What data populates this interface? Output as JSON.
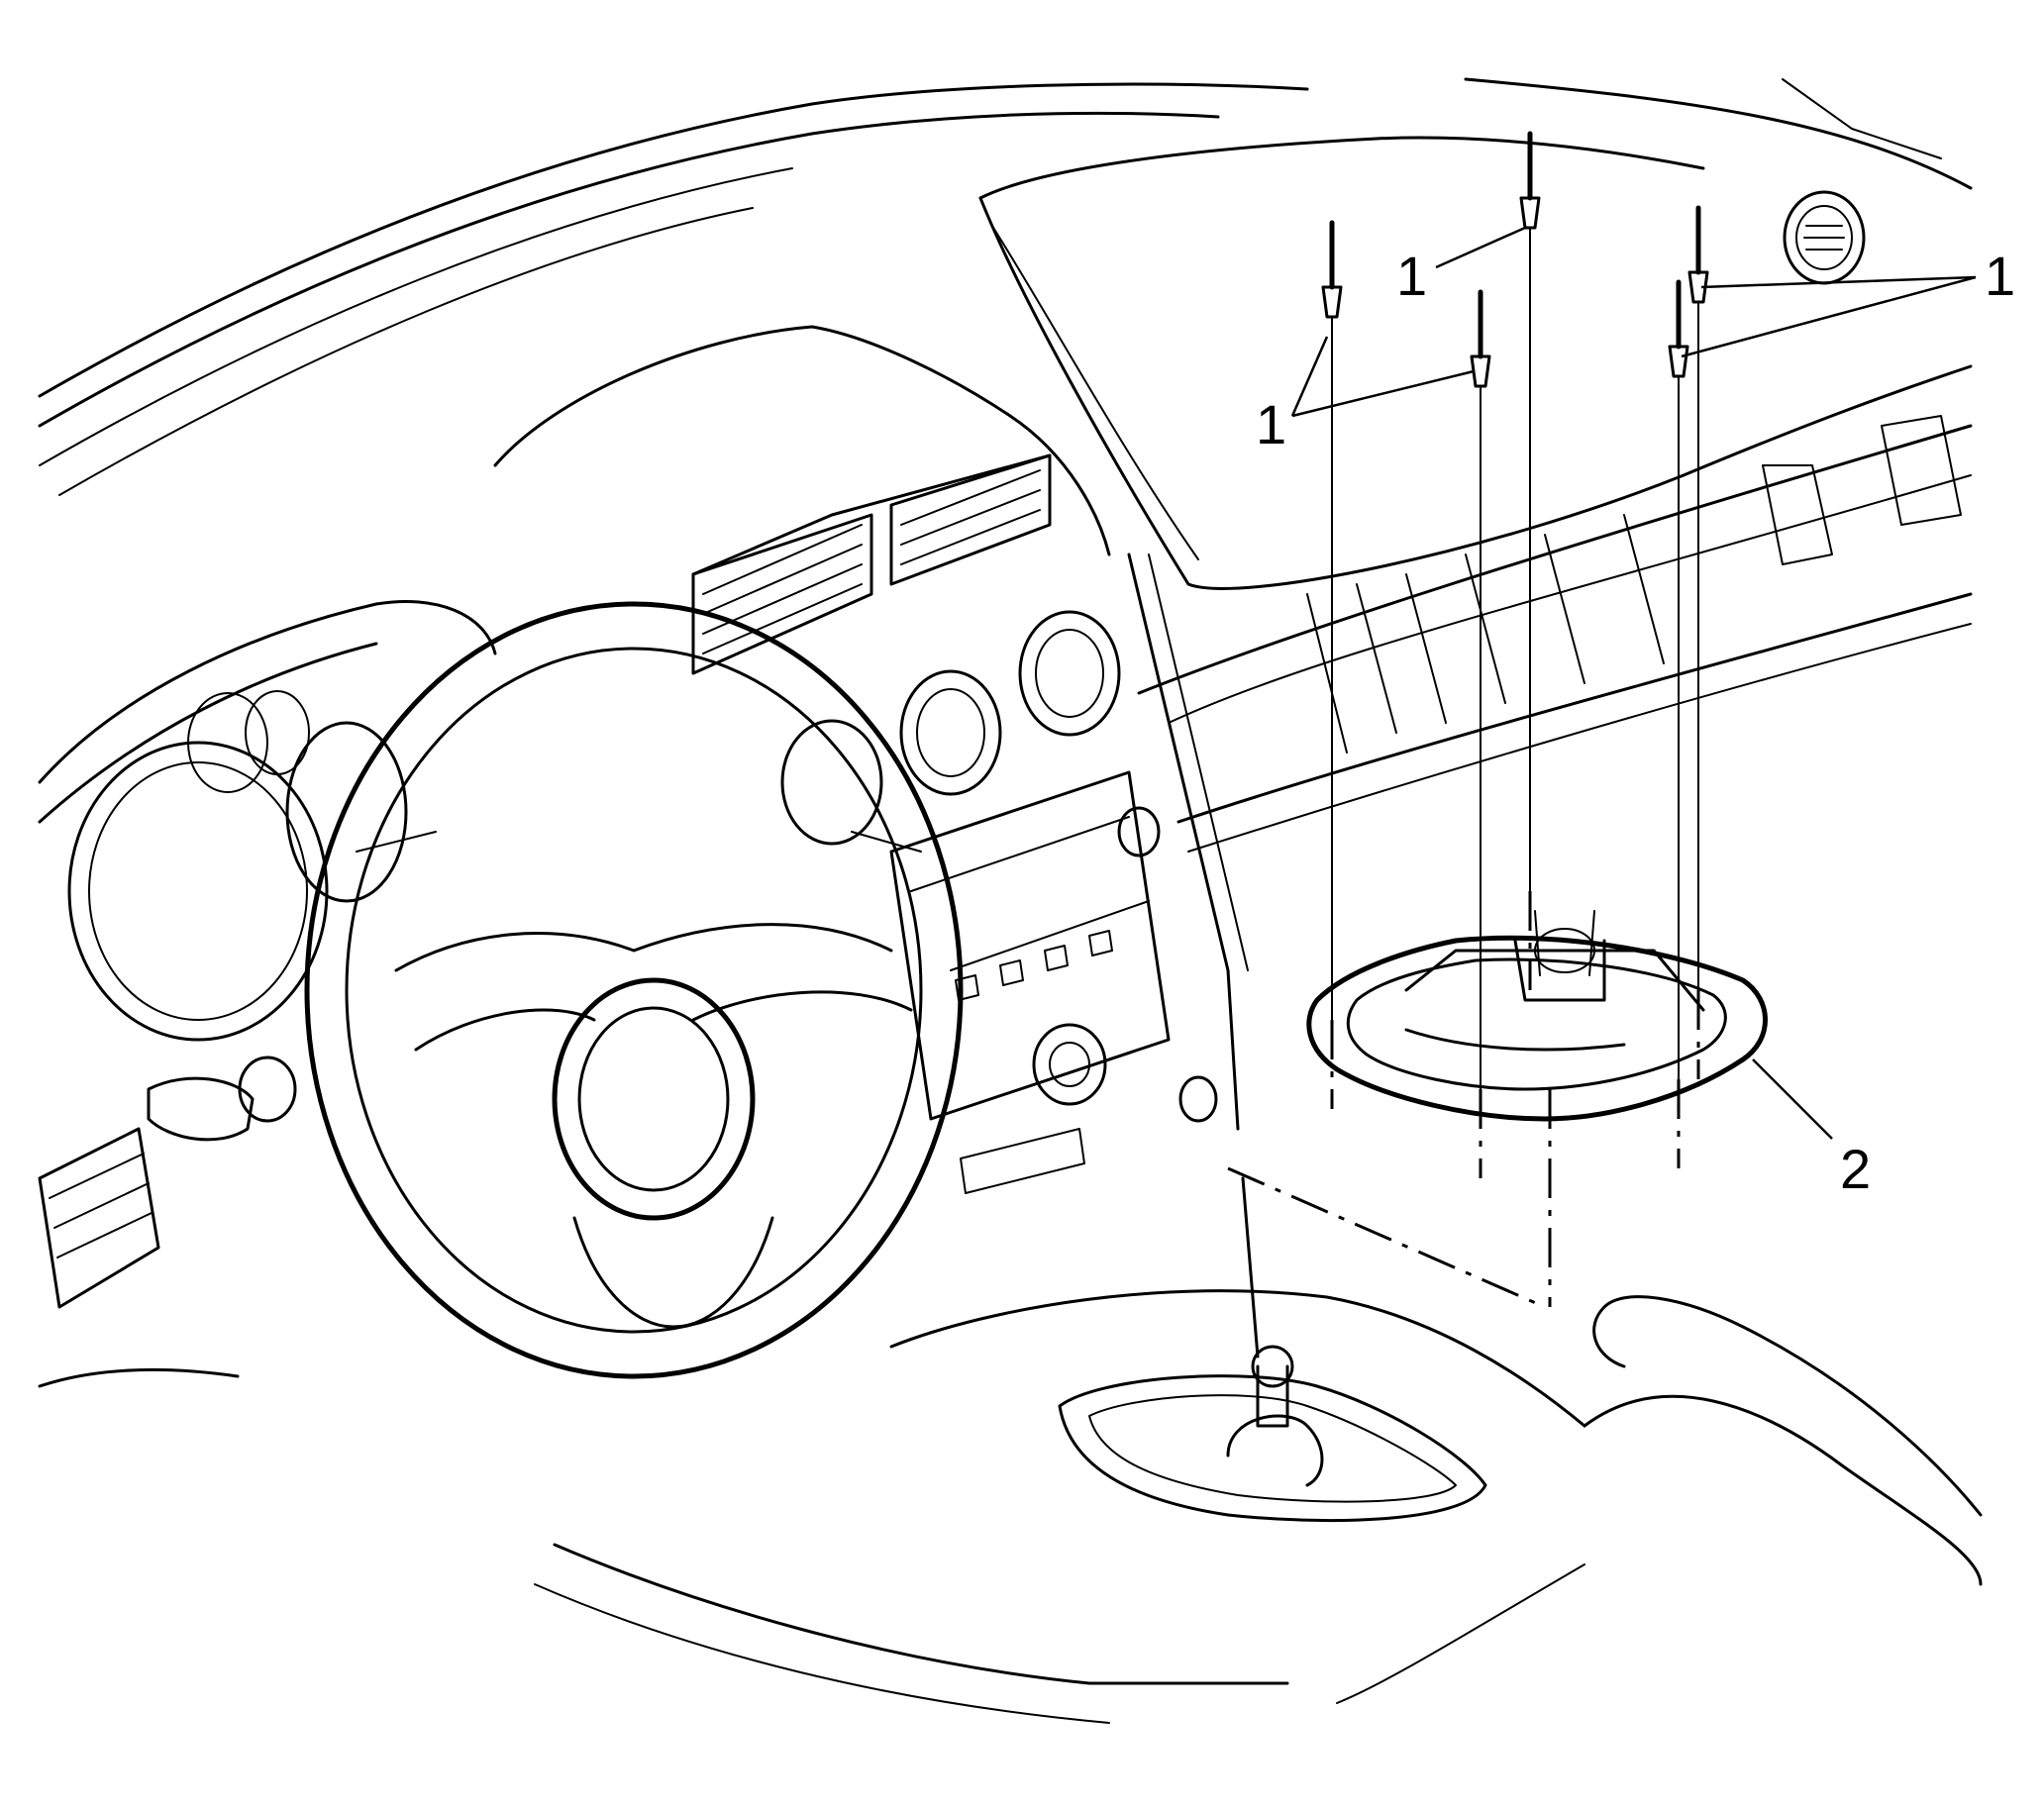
{
  "callouts": {
    "fastener_a": "1",
    "fastener_b": "1",
    "fastener_c": "1",
    "boot": "2"
  }
}
